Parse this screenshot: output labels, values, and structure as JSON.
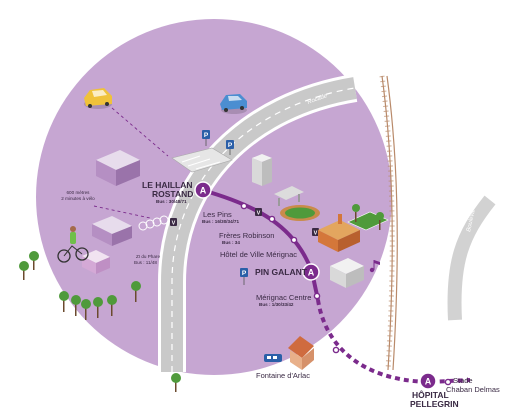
{
  "colors": {
    "zone": "#c6a6d2",
    "zone_edge": "#b996c6",
    "tram_line": "#7b2b8c",
    "road": "#c9c9c9",
    "road_edge": "#ffffff",
    "rail": "#b98a6a",
    "grass": "#4f9a3b",
    "text": "#3a2a44"
  },
  "roads": {
    "rocade": "Rocade",
    "boulevards": "Boulevards"
  },
  "hubs": {
    "le_haillan_rostand": {
      "badge": "A",
      "line1": "LE HAILLAN",
      "line2": "ROSTAND",
      "bus": "Bus : 30/48/71"
    },
    "pin_galant": {
      "badge": "A",
      "name": "PIN GALANT"
    },
    "hopital_pellegrin": {
      "badge": "A",
      "line1": "HÔPITAL",
      "line2": "PELLEGRIN"
    }
  },
  "stops": {
    "les_pins": {
      "name": "Les Pins",
      "bus": "Bus : 16/30/34/71"
    },
    "freres_robinson": {
      "name": "Frères Robinson",
      "bus": "Bus : 34"
    },
    "hotel_de_ville": {
      "name": "Hôtel de Ville Mérignac"
    },
    "merignac_centre": {
      "name": "Mérignac Centre",
      "bus": "Bus : 1/30/33/42"
    },
    "fontaine_darlac": {
      "name": "Fontaine d'Arlac"
    },
    "stade_chaban": {
      "line1": "Stade",
      "line2": "Chaban Delmas"
    }
  },
  "annotations": {
    "walk_line1": "600 mètres",
    "walk_line2": "2 minutes à vélo",
    "zi_line1": "ZI du Phare",
    "zi_line2": "Bus : 11/48"
  },
  "icons": {
    "parking": "P",
    "bike": "V"
  }
}
